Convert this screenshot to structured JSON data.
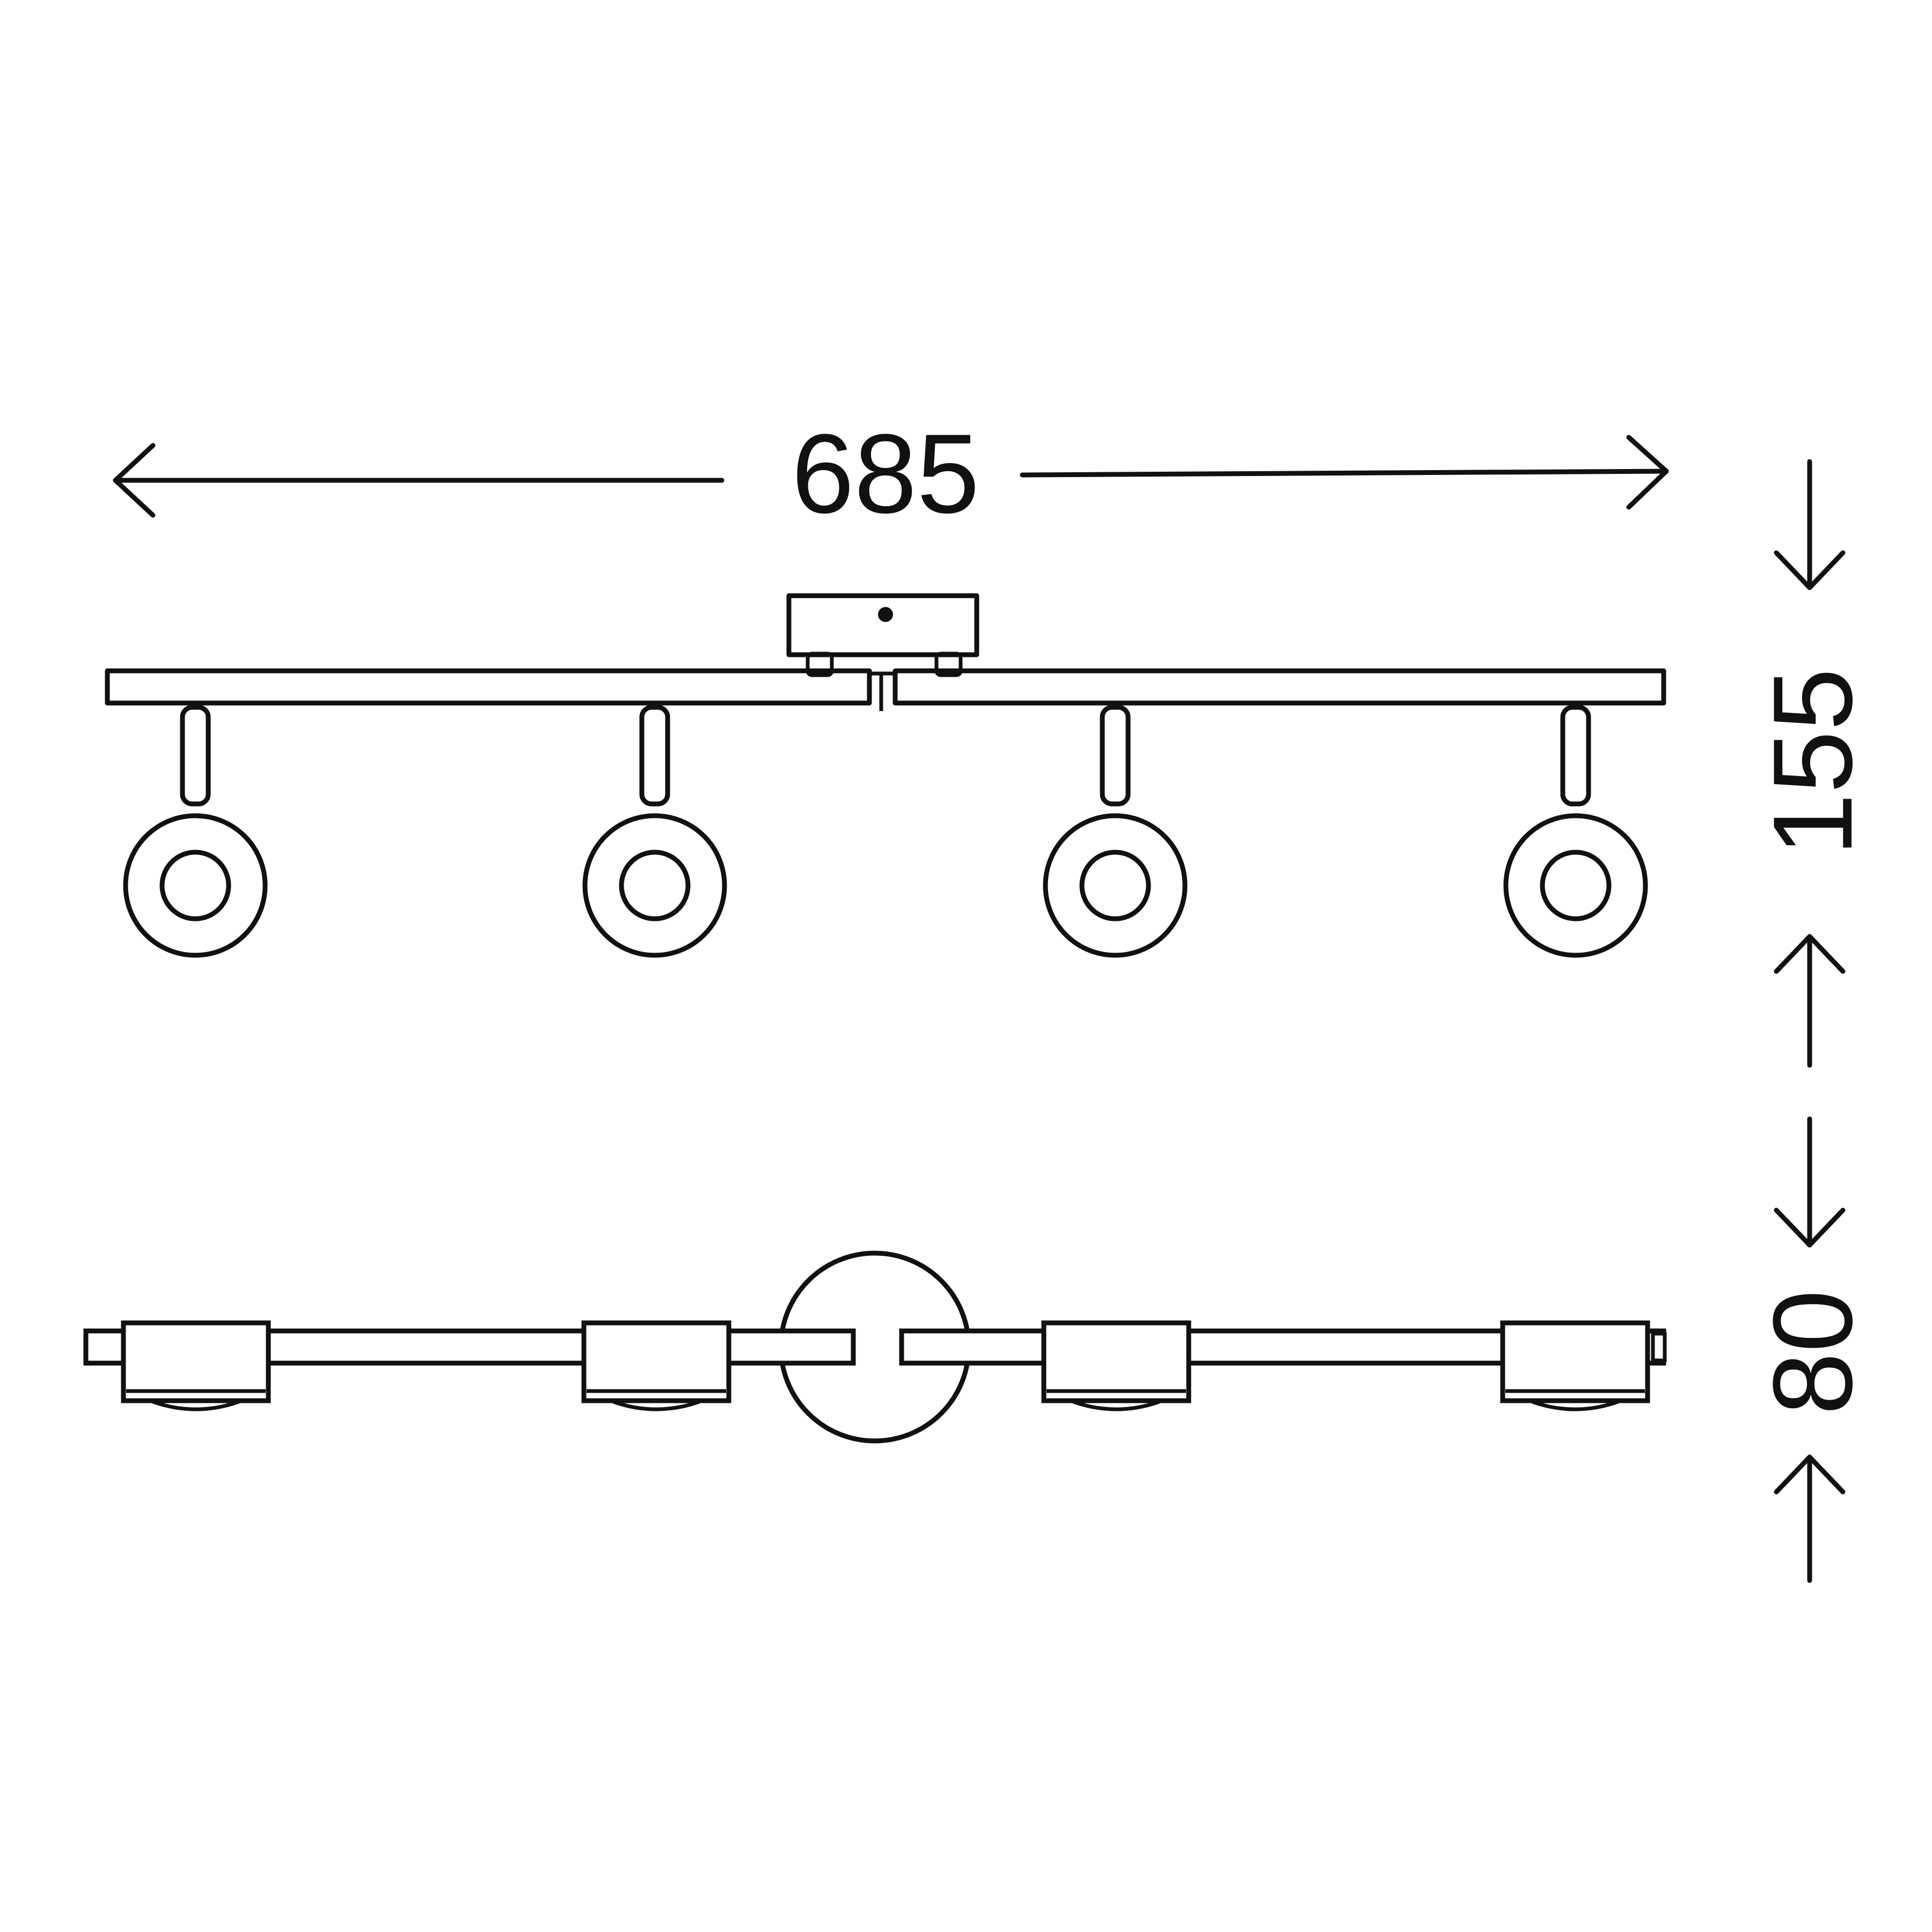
{
  "dimensions": {
    "width": "685",
    "height_front": "155",
    "height_top": "80"
  },
  "views": [
    {
      "name": "front-view",
      "spotlights": 4
    },
    {
      "name": "top-view",
      "spotlights": 4
    }
  ],
  "colors": {
    "line": "#111111",
    "background": "#ffffff"
  }
}
